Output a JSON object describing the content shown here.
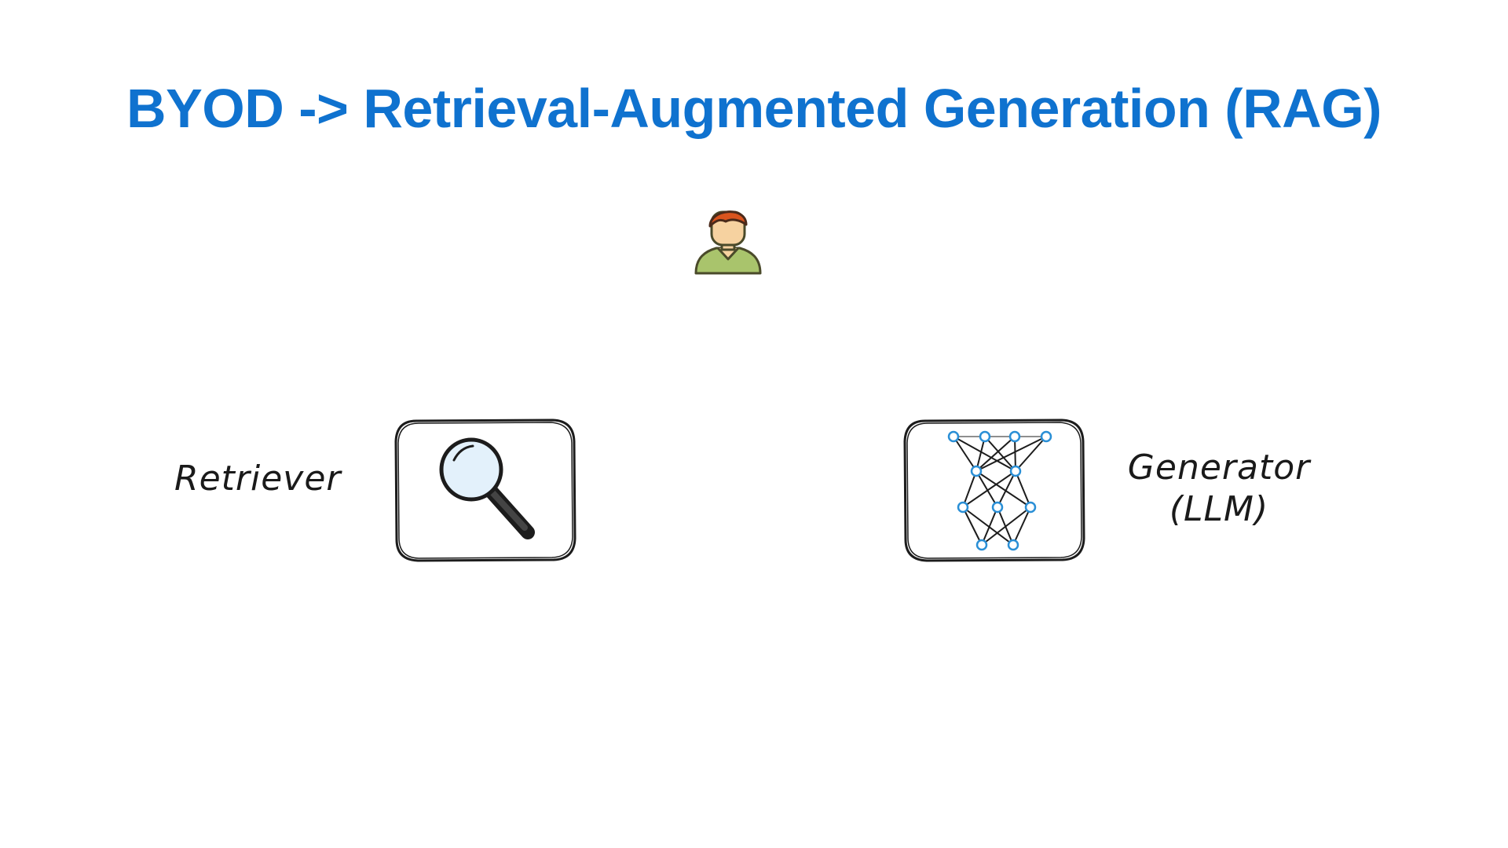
{
  "slide": {
    "title": "BYOD -> Retrieval-Augmented Generation (RAG)",
    "title_color": "#0f72cf"
  },
  "user": {
    "icon": "user-icon"
  },
  "retriever": {
    "label": "Retriever",
    "icon": "magnifying-glass-icon"
  },
  "generator": {
    "label_line1": "Generator",
    "label_line2": "(LLM)",
    "icon": "neural-network-icon",
    "node_color": "#2a8fd6"
  }
}
